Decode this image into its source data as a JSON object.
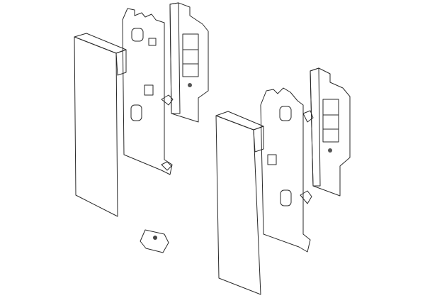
{
  "colors": {
    "background": "#ffffff",
    "panel_fill": "#ffffff",
    "panel_side": "#eeeeee",
    "insert_fill": "#a9abae",
    "insert_dark": "#7f8184",
    "outline": "#2a2a2a"
  },
  "parts": [
    {
      "id": "left-front-panel"
    },
    {
      "id": "left-bracket"
    },
    {
      "id": "left-insert"
    },
    {
      "id": "clip"
    },
    {
      "id": "right-front-panel"
    },
    {
      "id": "right-bracket"
    },
    {
      "id": "right-insert"
    }
  ]
}
